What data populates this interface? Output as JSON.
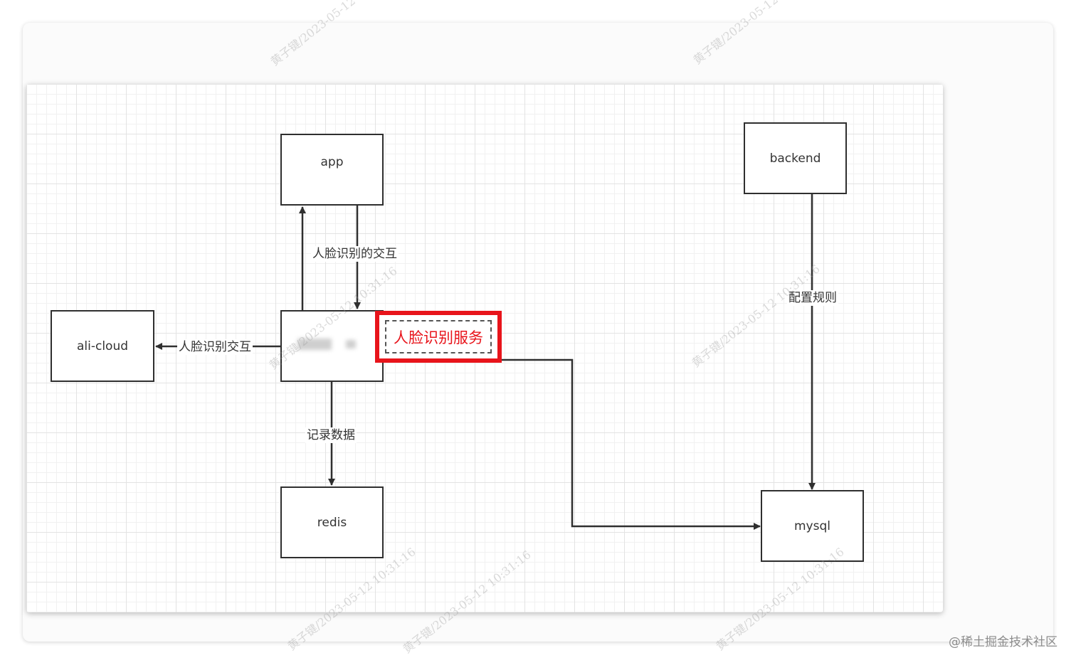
{
  "nodes": {
    "app": "app",
    "backend": "backend",
    "ali_cloud": "ali-cloud",
    "redis": "redis",
    "mysql": "mysql"
  },
  "edge_labels": {
    "app_face_interaction": "人脸识别的交互",
    "ali_face_interaction": "人脸识别交互",
    "record_data": "记录数据",
    "config_rules": "配置规则"
  },
  "highlight": {
    "label": "人脸识别服务",
    "color": "#e8141b"
  },
  "watermarks": [
    "黄子键/2023-05-12 10:31:16",
    "黄子键/2023-05-12 10:31:16",
    "黄子键/2023-05-12 10:31:16",
    "黄子键/2023-05-12 10:31:16",
    "黄子键/2023-05-12 10:31:16",
    "黄子键/2023-05-12 10:31:16",
    "黄子键/2023-05-12 10:31:16"
  ],
  "brand": "@稀土掘金技术社区"
}
